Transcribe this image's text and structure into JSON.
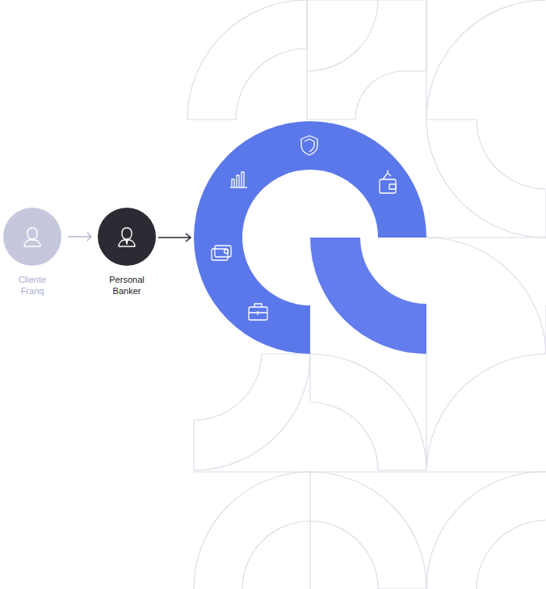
{
  "diagram": {
    "nodes": [
      {
        "text": [
          "Cliente Franq"
        ]
      },
      {
        "text": [
          "Personal Banker"
        ]
      }
    ],
    "edges": [
      {
        "from": 0,
        "to": 1,
        "arrow": "to"
      }
    ]
  }
}
